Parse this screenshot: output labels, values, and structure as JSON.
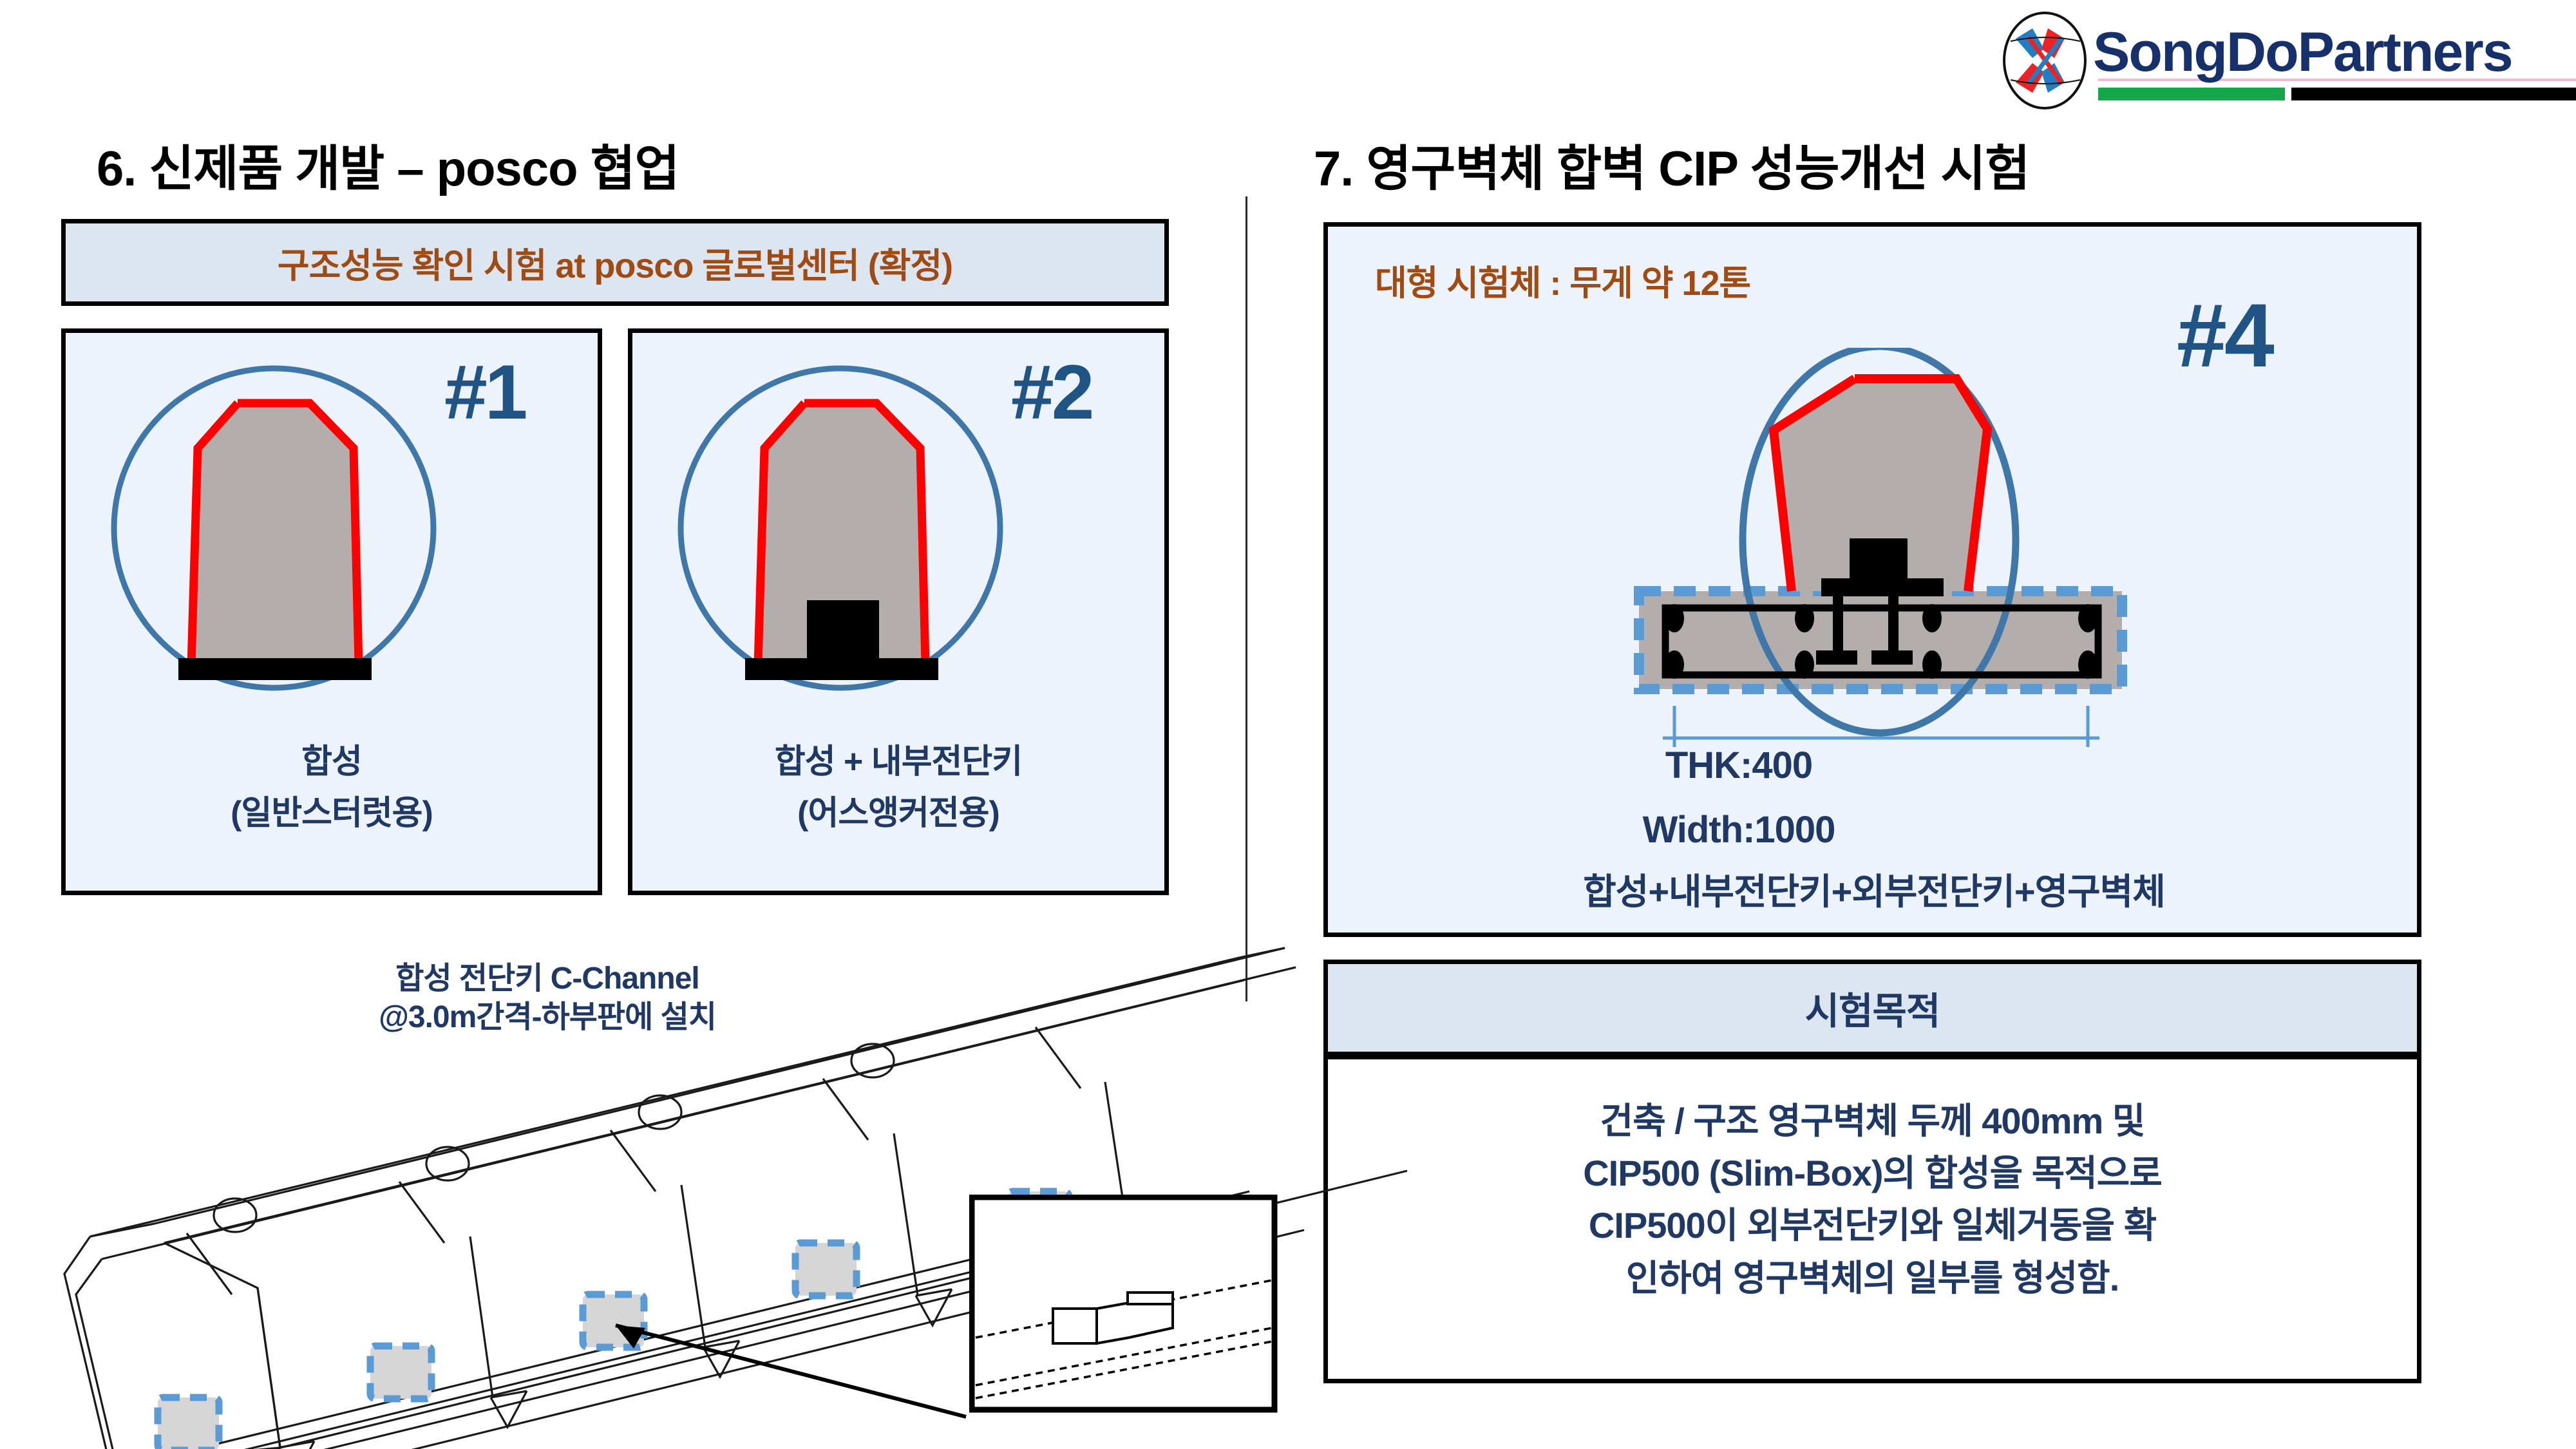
{
  "logo": {
    "wordmark": "SongDoPartners",
    "brand_navy": "#15306b",
    "accent_green": "#14a84a",
    "accent_blue": "#1f7ec4",
    "accent_red": "#ee2222"
  },
  "headings": {
    "left": "6. 신제품 개발 – posco 협업",
    "right": "7. 영구벽체 합벽 CIP 성능개선 시험"
  },
  "left_section": {
    "subtitle": "구조성능 확인 시험 at posco 글로벌센터 (확정)",
    "subtitle_color": "#a04a14",
    "panels": [
      {
        "badge": "#1",
        "caption_line1": "합성",
        "caption_line2": "(일반스터럿용)"
      },
      {
        "badge": "#2",
        "caption_line1": "합성 + 내부전단키",
        "caption_line2": "(어스앵커전용)"
      }
    ],
    "beam_note_line1": "합성 전단키 C-Channel",
    "beam_note_line2": "@3.0m간격-하부판에 설치"
  },
  "right_section": {
    "specimen_label": "대형 시험체  : 무게 약 12톤",
    "badge": "#4",
    "thickness_label": "THK:400",
    "width_label": "Width:1000",
    "compound_label": "합성+내부전단키+외부전단키+영구벽체",
    "purpose_title": "시험목적",
    "purpose_lines": [
      "건축 / 구조 영구벽체 두께 400mm 및",
      "CIP500 (Slim-Box)의 합성을 목적으로",
      "CIP500이 외부전단키와 일체거동을 확",
      "인하여 영구벽체의 일부를 형성함."
    ]
  },
  "colors": {
    "panel_bg": "#edf3fa",
    "band_bg": "#dce6f1",
    "navy_text": "#1f3864",
    "badge_blue": "#1f5484",
    "circle_stroke": "#3f78a8",
    "section_fill": "#b3aeab",
    "section_outline": "#ff0000",
    "dash_blue": "#5b9bd5"
  }
}
